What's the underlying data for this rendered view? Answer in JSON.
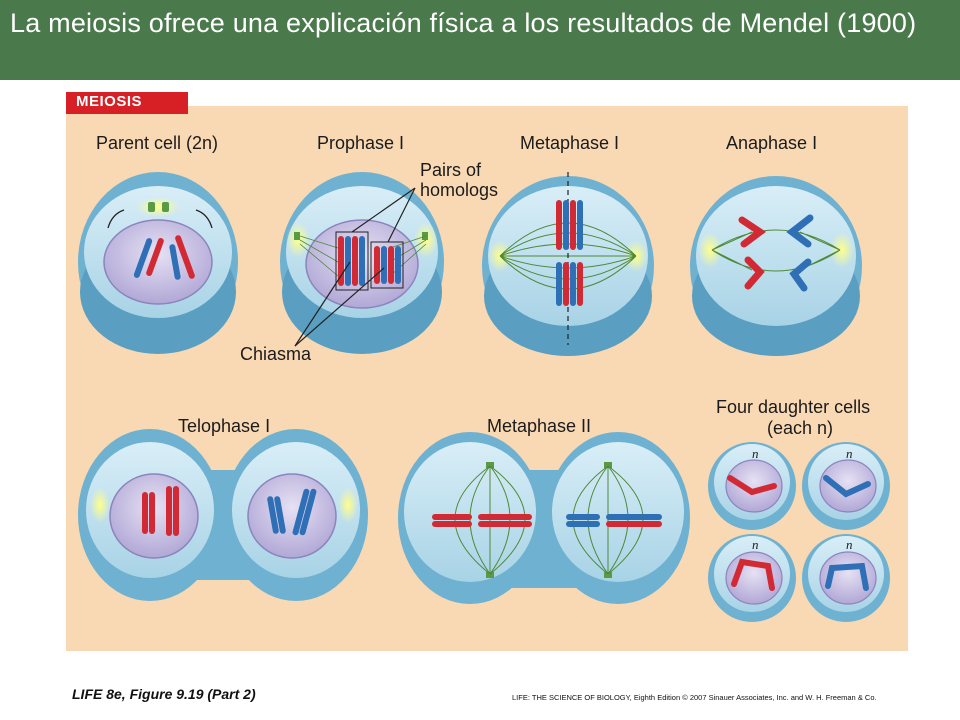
{
  "slide": {
    "title": "La meiosis ofrece una explicación física a los resultados de Mendel (1900)"
  },
  "figure": {
    "tab_label": "MEIOSIS",
    "stages": {
      "parent_cell": "Parent cell (2n)",
      "prophase_1": "Prophase I",
      "metaphase_1": "Metaphase I",
      "anaphase_1": "Anaphase I",
      "telophase_1": "Telophase I",
      "metaphase_2": "Metaphase II",
      "daughter_cells_line1": "Four daughter cells",
      "daughter_cells_line2": "(each n)"
    },
    "annotations": {
      "pairs_of_homologs": "Pairs of homologs",
      "chiasma": "Chiasma",
      "n_label": "n"
    }
  },
  "footer": {
    "source_left": "LIFE 8e, Figure 9.19 (Part 2)",
    "source_right": "LIFE: THE SCIENCE OF BIOLOGY, Eighth Edition  © 2007 Sinauer Associates, Inc. and W. H. Freeman & Co."
  },
  "colors": {
    "title_bar": "#4a7a4c",
    "panel": "#f9d9b4",
    "tab": "#d71f26",
    "cell_outer": "#7fb7d3",
    "nucleus": "#c9c1e3",
    "chromosome_red": "#d12a35",
    "chromosome_blue": "#2f6fb5",
    "spindle": "#4d8a3a"
  }
}
